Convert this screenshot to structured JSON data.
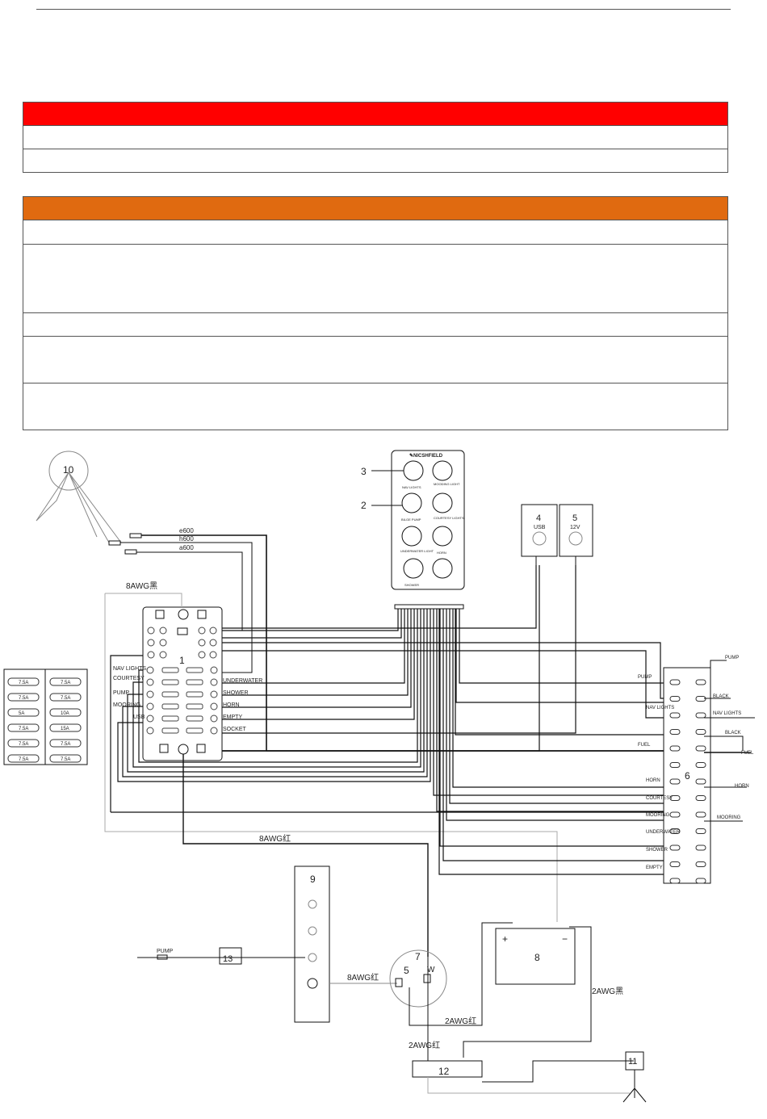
{
  "colors": {
    "warning_red": "#ff0000",
    "caution_orange": "#e06a10",
    "line": "#111111",
    "thin": "#555555"
  },
  "table_red": {
    "rows": 2
  },
  "table_orange": {
    "rows": 5
  },
  "diagram": {
    "numbers": {
      "n1": "1",
      "n2": "2",
      "n3": "3",
      "n4": "4",
      "n5": "5",
      "n6": "6",
      "n7": "7",
      "n8": "8",
      "n9": "9",
      "n10": "10",
      "n11": "11",
      "n12": "12",
      "n13": "13"
    },
    "panel": {
      "brand": "✎NICSHFIELD",
      "labels": [
        "NAV LIGHTS",
        "MOODING LIGHT",
        "BILGE PUMP",
        "COURTESY LIGHTS",
        "UNDERWATER LIGHT",
        "HORN",
        "SHOWER"
      ]
    },
    "sockets": {
      "usb": "USB",
      "v12": "12V"
    },
    "wires": {
      "w1": "e600",
      "w2": "h600",
      "w3": "a600",
      "awg8_black": "8AWG黑",
      "awg8_red": "8AWG红",
      "awg8_red2": "8AWG红",
      "awg2_red": "2AWG红",
      "awg2_red2": "2AWG红",
      "awg2_black": "2AWG黑"
    },
    "fusebox_left": [
      "NAV LIGHTS",
      "COURTESY",
      "PUMP",
      "MOORING",
      "USB"
    ],
    "fusebox_right": [
      "UNDERWATER",
      "SHOWER",
      "HORN",
      "EMPTY",
      "SOCKET"
    ],
    "fuse_chart": {
      "left": [
        "7.5A",
        "7.5A",
        "5A",
        "7.5A",
        "7.5A",
        "7.5A"
      ],
      "right": [
        "7.5A",
        "7.5A",
        "10A",
        "15A",
        "7.5A",
        "7.5A"
      ]
    },
    "terminal_left": [
      "PUMP",
      "NAV LIGHTS",
      "FUEL",
      "HORN",
      "COURTESY",
      "MOORING",
      "UNDERWATER",
      "SHOWER",
      "EMPTY"
    ],
    "terminal_right": [
      "PUMP",
      "BLACK",
      "NAV LIGHTS",
      "BLACK",
      "FUEL",
      "HORN",
      "MOORING"
    ],
    "pump_label": "PUMP",
    "switch_terms": {
      "s5": "5",
      "sw": "W"
    },
    "battery": {
      "plus": "+",
      "minus": "−"
    }
  }
}
